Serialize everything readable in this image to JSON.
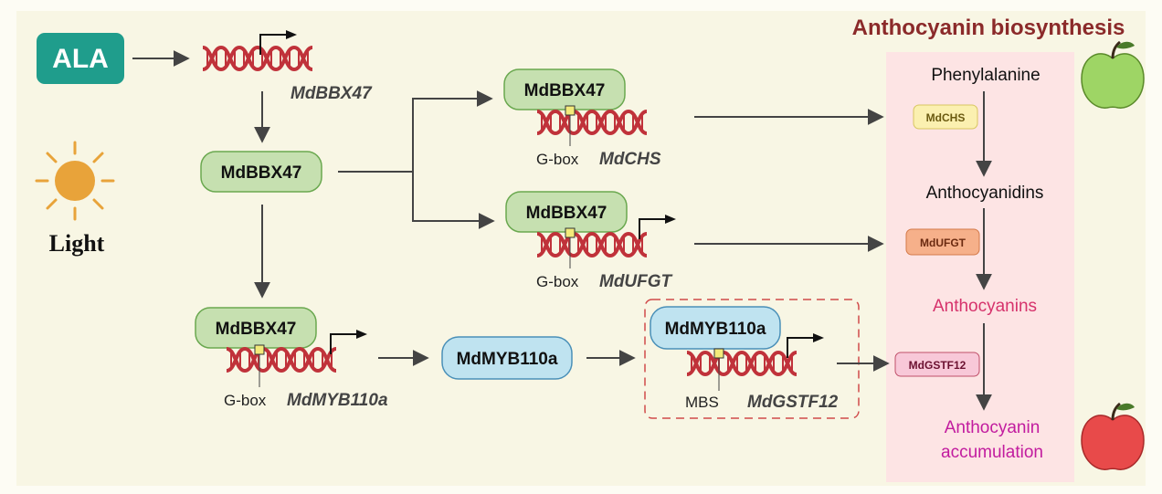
{
  "title": "Anthocyanin biosynthesis",
  "inducers": {
    "ala": "ALA",
    "light": "Light"
  },
  "genes": {
    "bbx47": "MdBBX47",
    "chs": "MdCHS",
    "ufgt": "MdUFGT",
    "myb110a": "MdMYB110a",
    "gstf12": "MdGSTF12"
  },
  "proteins": {
    "bbx47": "MdBBX47",
    "myb110a": "MdMYB110a"
  },
  "elements": {
    "gbox": "G-box",
    "mbs": "MBS"
  },
  "pathway": {
    "phenylalanine": "Phenylalanine",
    "anthocyanidins": "Anthocyanidins",
    "anthocyanins": "Anthocyanins",
    "accumulation_line1": "Anthocyanin",
    "accumulation_line2": "accumulation"
  },
  "enzymes": {
    "chs": "MdCHS",
    "ufgt": "MdUFGT",
    "gstf12": "MdGSTF12"
  },
  "colors": {
    "dna": "#c0323a",
    "bbx_fill": "#c6e0b0",
    "bbx_stroke": "#6aa84f",
    "myb_fill": "#bfe3f0",
    "myb_stroke": "#4a90b8",
    "ala_fill": "#1f9d8c",
    "panel": "#fde4e4",
    "title": "#8b2a2a",
    "anthocyanin": "#d6336c",
    "accumulation": "#c21c9f"
  }
}
